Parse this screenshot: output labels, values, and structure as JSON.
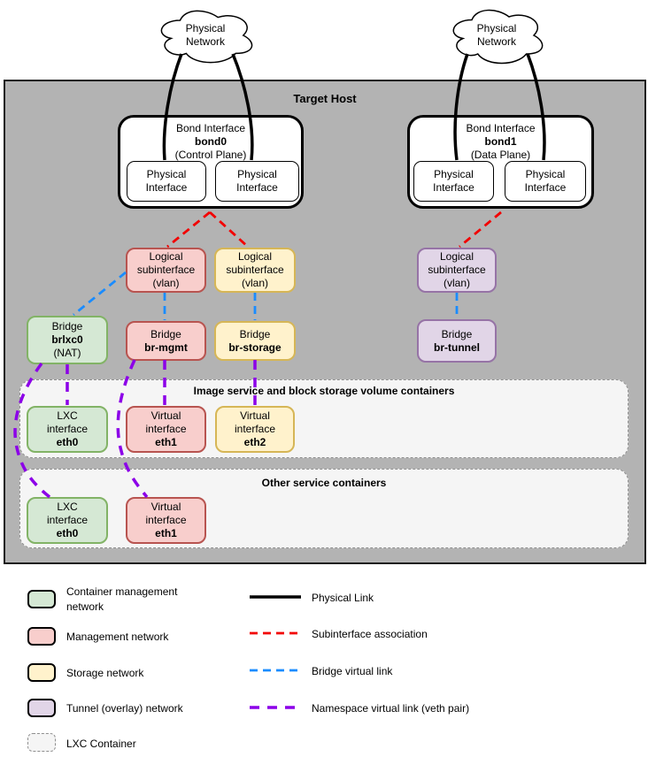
{
  "colors": {
    "host_background": "#b3b3b3",
    "container_background": "#f5f5f5",
    "container_mgmt_fill": "#d5e8d4",
    "container_mgmt_stroke": "#82b366",
    "management_fill": "#f8cecc",
    "management_stroke": "#b85450",
    "storage_fill": "#fff2cc",
    "storage_stroke": "#d6b656",
    "tunnel_fill": "#e1d5e7",
    "tunnel_stroke": "#9673a6",
    "physical_link": "#000000",
    "subinterface_association": "#f20000",
    "bridge_virtual_link": "#1a8cff",
    "namespace_virtual_link": "#8c00e8"
  },
  "diagram": {
    "target_host_title": "Target Host",
    "clouds": {
      "left": {
        "text": "Physical\nNetwork"
      },
      "right": {
        "text": "Physical\nNetwork"
      }
    },
    "bond0": {
      "title": "Bond Interface",
      "name": "bond0",
      "plane": "(Control Plane)",
      "phys1": "Physical\nInterface",
      "phys2": "Physical\nInterface"
    },
    "bond1": {
      "title": "Bond Interface",
      "name": "bond1",
      "plane": "(Data Plane)",
      "phys1": "Physical\nInterface",
      "phys2": "Physical\nInterface"
    },
    "subinterfaces": {
      "mgmt": "Logical\nsubinterface\n(vlan)",
      "storage": "Logical\nsubinterface\n(vlan)",
      "tunnel": "Logical\nsubinterface\n(vlan)"
    },
    "bridges": {
      "lxc": {
        "title": "Bridge",
        "name": "brlxc0",
        "note": "(NAT)"
      },
      "mgmt": {
        "title": "Bridge",
        "name": "br-mgmt"
      },
      "storage": {
        "title": "Bridge",
        "name": "br-storage"
      },
      "tunnel": {
        "title": "Bridge",
        "name": "br-tunnel"
      }
    },
    "container1": {
      "title": "Image service and block storage volume containers",
      "eth0": {
        "kind": "LXC\ninterface",
        "name": "eth0"
      },
      "eth1": {
        "kind": "Virtual\ninterface",
        "name": "eth1"
      },
      "eth2": {
        "kind": "Virtual\ninterface",
        "name": "eth2"
      }
    },
    "container2": {
      "title": "Other service containers",
      "eth0": {
        "kind": "LXC\ninterface",
        "name": "eth0"
      },
      "eth1": {
        "kind": "Virtual\ninterface",
        "name": "eth1"
      }
    }
  },
  "legend": {
    "boxes": [
      {
        "label": "Container management\nnetwork"
      },
      {
        "label": "Management network"
      },
      {
        "label": "Storage network"
      },
      {
        "label": "Tunnel (overlay) network"
      },
      {
        "label": "LXC Container"
      }
    ],
    "links": [
      {
        "label": "Physical Link"
      },
      {
        "label": "Subinterface association"
      },
      {
        "label": "Bridge virtual link"
      },
      {
        "label": "Namespace virtual link (veth pair)"
      }
    ]
  }
}
